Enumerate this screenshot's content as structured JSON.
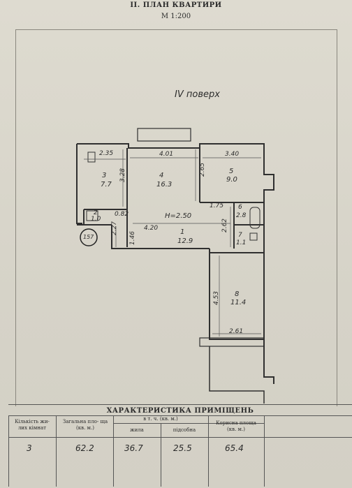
{
  "header": {
    "title": "II. ПЛАН КВАРТИРИ",
    "scale": "М 1:200",
    "floor": "IV поверх"
  },
  "rooms": [
    {
      "number": "1",
      "area": "12.9"
    },
    {
      "number": "2",
      "area": "1.0"
    },
    {
      "number": "3",
      "area": "7.7"
    },
    {
      "number": "4",
      "area": "16.3"
    },
    {
      "number": "5",
      "area": "9.0"
    },
    {
      "number": "6",
      "area": "2.8"
    },
    {
      "number": "7",
      "area": "1.1"
    },
    {
      "number": "8",
      "area": "11.4"
    }
  ],
  "dimensions": {
    "d_2_35": "2.35",
    "d_4_01": "4.01",
    "d_3_40": "3.40",
    "d_3_28": "3.28",
    "d_2_65": "2.65",
    "d_1_75": "1.75",
    "d_0_82": "0.82",
    "d_h": "H=2.50",
    "d_4_20": "4.20",
    "d_2_27": "2.27",
    "d_1_46": "1.46",
    "d_2_62": "2.62",
    "d_4_53": "4.53",
    "d_2_61": "2.61"
  },
  "stamp": "157",
  "table": {
    "title": "ХАРАКТЕРИСТИКА ПРИМІЩЕНЬ",
    "col_rooms": "Кількість жи- лих кімнат",
    "col_total": "Загальна пло- ща (кв. м.)",
    "col_group": "в т. ч. (кв. м.)",
    "col_living": "жила",
    "col_aux": "підсобна",
    "col_useful": "Корисна площа (кв. м.)",
    "rooms_count": "3",
    "total": "62.2",
    "living": "36.7",
    "aux": "25.5",
    "useful": "65.4"
  }
}
